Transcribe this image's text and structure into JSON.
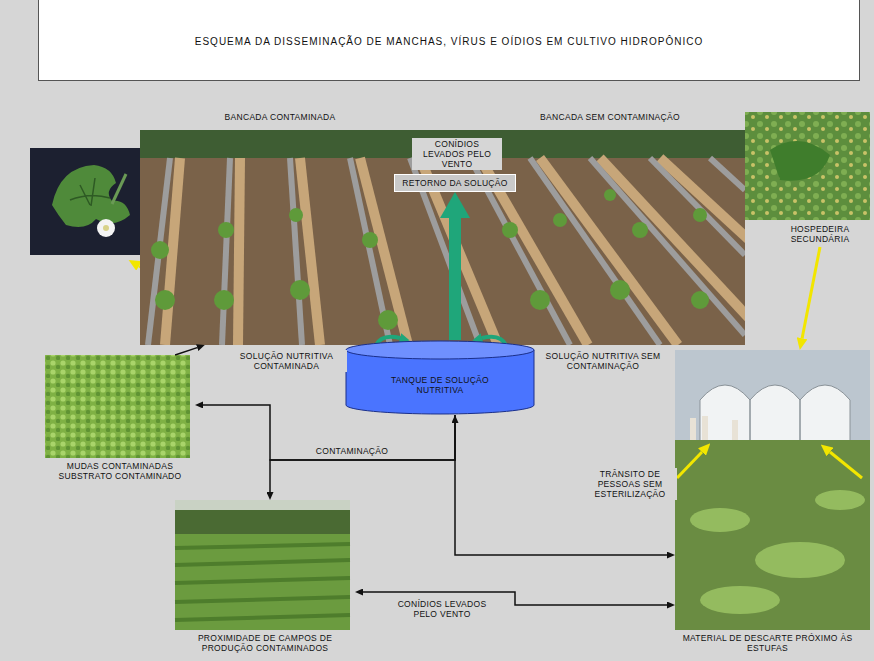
{
  "diagram": {
    "title": "ESQUEMA DA DISSEMINAÇÃO DE MANCHAS, VÍRUS E OÍDIOS EM CULTIVO HIDROPÔNICO",
    "nodes": [
      {
        "text": [
          "BANCADA CONTAMINADA",
          "BANCADA SEM CONTAMINAÇÃO"
        ]
      },
      {
        "text": [
          "RETORNO DA SOLUÇÃO"
        ]
      },
      {
        "text": [
          "TANQUE DE SOLUÇÃO NUTRITIVA"
        ]
      },
      {
        "text": [
          "MUDAS CONTAMINADAS SUBSTRATO CONTAMINADO"
        ]
      },
      {
        "text": [
          "PROXIMIDADE DE CAMPOS DE PRODUÇÃO CONTAMINADOS"
        ]
      },
      {
        "text": [
          "MATERIAL DE DESCARTE PRÓXIMO ÀS ESTUFAS"
        ]
      },
      {
        "text": [
          "HOSPEDEIRA SECUNDÁRIA"
        ]
      }
    ],
    "edges": [
      {
        "from": 2,
        "to": 1,
        "arrow": "to"
      },
      {
        "from": 3,
        "to": 0,
        "arrow": "to"
      },
      {
        "from": 2,
        "to": 3,
        "label": "CONTAMINAÇÃO",
        "arrow": "to"
      },
      {
        "from": 2,
        "to": 4,
        "arrow": "to"
      },
      {
        "from": 2,
        "to": 5,
        "arrow": "both"
      },
      {
        "from": 4,
        "to": 5,
        "label": "CONÍDIOS LEVADOS PELO VENTO",
        "arrow": "both"
      },
      {
        "from": 6,
        "to": 5,
        "arrow": "to"
      }
    ],
    "labels": [
      "CONÍDIOS LEVADOS PELO VENTO",
      "SOLUÇÃO NUTRITIVA CONTAMINADA",
      "SOLUÇÃO NUTRITIVA SEM CONTAMINAÇÃO",
      "TRÂNSITO DE PESSOAS SEM ESTERILIZAÇÃO"
    ]
  }
}
